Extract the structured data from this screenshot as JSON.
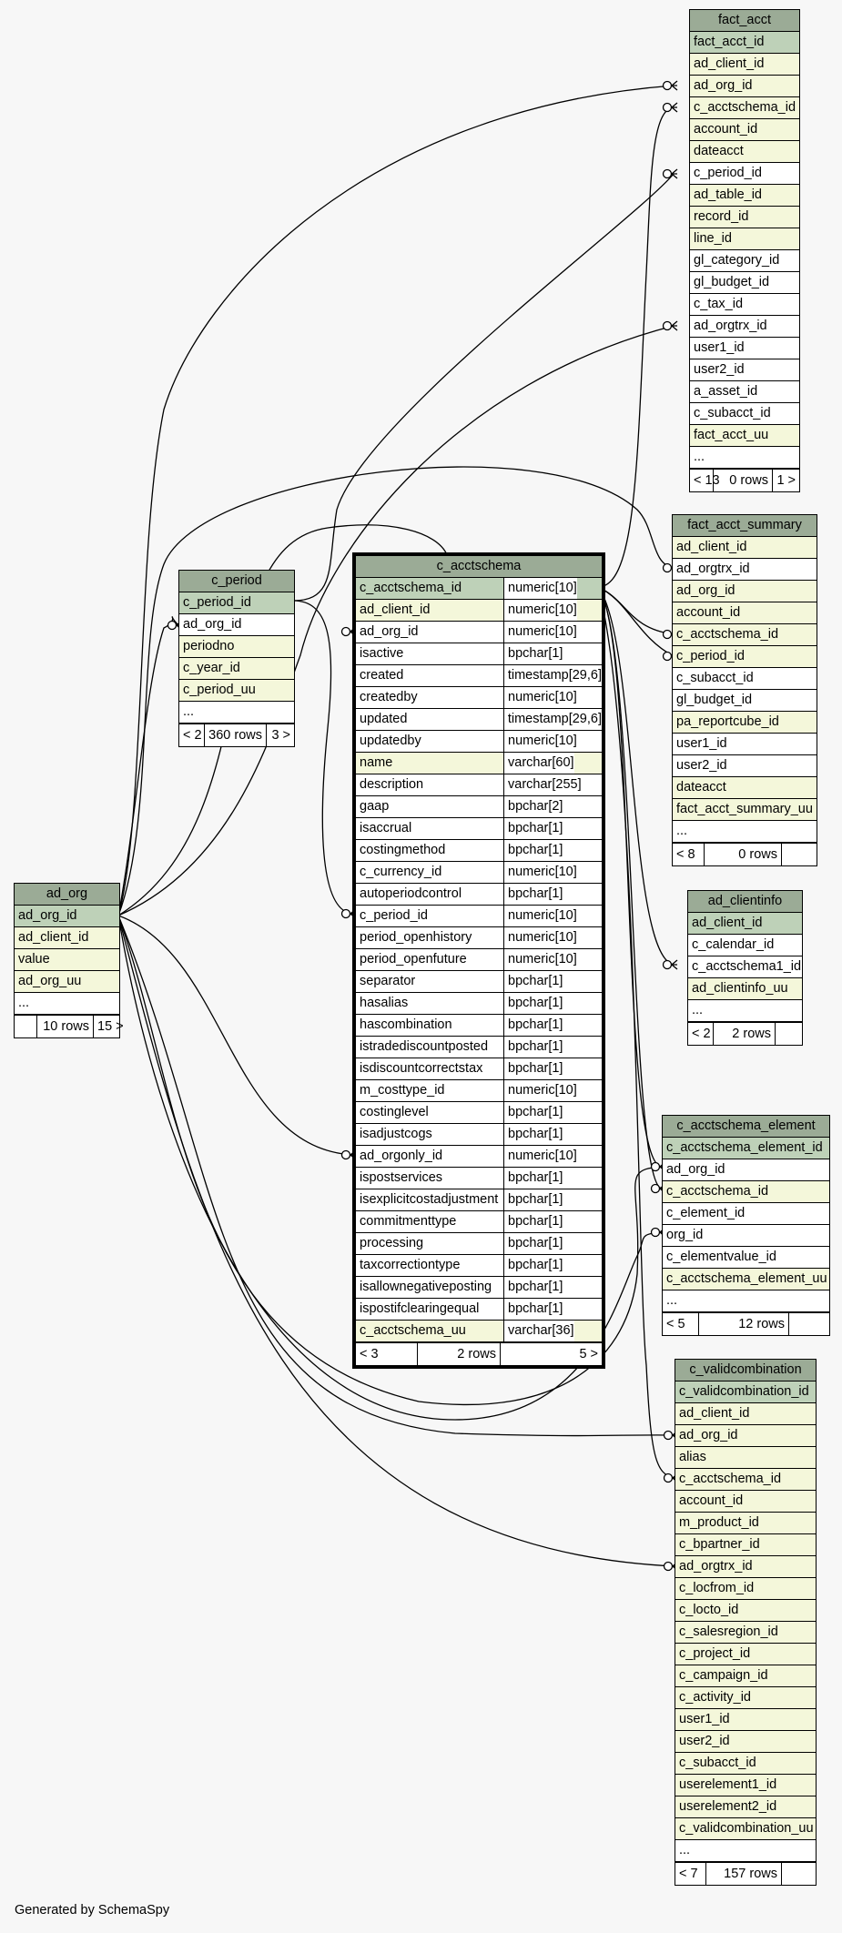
{
  "footer": "Generated by SchemaSpy",
  "tables": {
    "fact_acct": {
      "name": "fact_acct",
      "rows": [
        {
          "n": "fact_acct_id",
          "k": "pk"
        },
        {
          "n": "ad_client_id",
          "k": "idx"
        },
        {
          "n": "ad_org_id",
          "k": "idx"
        },
        {
          "n": "c_acctschema_id",
          "k": "idx"
        },
        {
          "n": "account_id",
          "k": "idx"
        },
        {
          "n": "dateacct",
          "k": "idx"
        },
        {
          "n": "c_period_id",
          "k": "plain"
        },
        {
          "n": "ad_table_id",
          "k": "idx"
        },
        {
          "n": "record_id",
          "k": "idx"
        },
        {
          "n": "line_id",
          "k": "idx"
        },
        {
          "n": "gl_category_id",
          "k": "plain"
        },
        {
          "n": "gl_budget_id",
          "k": "plain"
        },
        {
          "n": "c_tax_id",
          "k": "plain"
        },
        {
          "n": "ad_orgtrx_id",
          "k": "plain"
        },
        {
          "n": "user1_id",
          "k": "plain"
        },
        {
          "n": "user2_id",
          "k": "plain"
        },
        {
          "n": "a_asset_id",
          "k": "plain"
        },
        {
          "n": "c_subacct_id",
          "k": "plain"
        },
        {
          "n": "fact_acct_uu",
          "k": "idx"
        },
        {
          "n": "...",
          "k": "plain"
        }
      ],
      "footer": [
        "< 13",
        "0 rows",
        "1 >"
      ]
    },
    "fact_acct_summary": {
      "name": "fact_acct_summary",
      "rows": [
        {
          "n": "ad_client_id",
          "k": "idx"
        },
        {
          "n": "ad_orgtrx_id",
          "k": "plain"
        },
        {
          "n": "ad_org_id",
          "k": "idx"
        },
        {
          "n": "account_id",
          "k": "idx"
        },
        {
          "n": "c_acctschema_id",
          "k": "idx"
        },
        {
          "n": "c_period_id",
          "k": "idx"
        },
        {
          "n": "c_subacct_id",
          "k": "plain"
        },
        {
          "n": "gl_budget_id",
          "k": "plain"
        },
        {
          "n": "pa_reportcube_id",
          "k": "idx"
        },
        {
          "n": "user1_id",
          "k": "plain"
        },
        {
          "n": "user2_id",
          "k": "plain"
        },
        {
          "n": "dateacct",
          "k": "idx"
        },
        {
          "n": "fact_acct_summary_uu",
          "k": "idx"
        },
        {
          "n": "...",
          "k": "plain"
        }
      ],
      "footer": [
        "< 8",
        "0 rows",
        ""
      ]
    },
    "ad_clientinfo": {
      "name": "ad_clientinfo",
      "rows": [
        {
          "n": "ad_client_id",
          "k": "pk"
        },
        {
          "n": "c_calendar_id",
          "k": "plain"
        },
        {
          "n": "c_acctschema1_id",
          "k": "plain"
        },
        {
          "n": "ad_clientinfo_uu",
          "k": "idx"
        },
        {
          "n": "...",
          "k": "plain"
        }
      ],
      "footer": [
        "< 2",
        "2 rows",
        ""
      ]
    },
    "c_acctschema_element": {
      "name": "c_acctschema_element",
      "rows": [
        {
          "n": "c_acctschema_element_id",
          "k": "pk"
        },
        {
          "n": "ad_org_id",
          "k": "plain"
        },
        {
          "n": "c_acctschema_id",
          "k": "idx"
        },
        {
          "n": "c_element_id",
          "k": "plain"
        },
        {
          "n": "org_id",
          "k": "plain"
        },
        {
          "n": "c_elementvalue_id",
          "k": "plain"
        },
        {
          "n": "c_acctschema_element_uu",
          "k": "idx"
        },
        {
          "n": "...",
          "k": "plain"
        }
      ],
      "footer": [
        "< 5",
        "12 rows",
        ""
      ]
    },
    "c_validcombination": {
      "name": "c_validcombination",
      "rows": [
        {
          "n": "c_validcombination_id",
          "k": "pk"
        },
        {
          "n": "ad_client_id",
          "k": "idx"
        },
        {
          "n": "ad_org_id",
          "k": "idx"
        },
        {
          "n": "alias",
          "k": "idx"
        },
        {
          "n": "c_acctschema_id",
          "k": "idx"
        },
        {
          "n": "account_id",
          "k": "idx"
        },
        {
          "n": "m_product_id",
          "k": "idx"
        },
        {
          "n": "c_bpartner_id",
          "k": "idx"
        },
        {
          "n": "ad_orgtrx_id",
          "k": "idx"
        },
        {
          "n": "c_locfrom_id",
          "k": "idx"
        },
        {
          "n": "c_locto_id",
          "k": "idx"
        },
        {
          "n": "c_salesregion_id",
          "k": "idx"
        },
        {
          "n": "c_project_id",
          "k": "idx"
        },
        {
          "n": "c_campaign_id",
          "k": "idx"
        },
        {
          "n": "c_activity_id",
          "k": "idx"
        },
        {
          "n": "user1_id",
          "k": "idx"
        },
        {
          "n": "user2_id",
          "k": "idx"
        },
        {
          "n": "c_subacct_id",
          "k": "idx"
        },
        {
          "n": "userelement1_id",
          "k": "idx"
        },
        {
          "n": "userelement2_id",
          "k": "idx"
        },
        {
          "n": "c_validcombination_uu",
          "k": "idx"
        },
        {
          "n": "...",
          "k": "plain"
        }
      ],
      "footer": [
        "< 7",
        "157 rows",
        ""
      ]
    },
    "c_period": {
      "name": "c_period",
      "rows": [
        {
          "n": "c_period_id",
          "k": "pk"
        },
        {
          "n": "ad_org_id",
          "k": "plain"
        },
        {
          "n": "periodno",
          "k": "idx"
        },
        {
          "n": "c_year_id",
          "k": "idx"
        },
        {
          "n": "c_period_uu",
          "k": "idx"
        },
        {
          "n": "...",
          "k": "plain"
        }
      ],
      "footer": [
        "< 2",
        "360 rows",
        "3 >"
      ]
    },
    "ad_org": {
      "name": "ad_org",
      "rows": [
        {
          "n": "ad_org_id",
          "k": "pk"
        },
        {
          "n": "ad_client_id",
          "k": "idx"
        },
        {
          "n": "value",
          "k": "idx"
        },
        {
          "n": "ad_org_uu",
          "k": "idx"
        },
        {
          "n": "...",
          "k": "plain"
        }
      ],
      "footer": [
        "",
        "10 rows",
        "15 >"
      ]
    },
    "c_acctschema": {
      "name": "c_acctschema",
      "rows": [
        {
          "n": "c_acctschema_id",
          "t": "numeric[10]",
          "k": "pk"
        },
        {
          "n": "ad_client_id",
          "t": "numeric[10]",
          "k": "idx"
        },
        {
          "n": "ad_org_id",
          "t": "numeric[10]",
          "k": "plain"
        },
        {
          "n": "isactive",
          "t": "bpchar[1]",
          "k": "plain"
        },
        {
          "n": "created",
          "t": "timestamp[29,6]",
          "k": "plain"
        },
        {
          "n": "createdby",
          "t": "numeric[10]",
          "k": "plain"
        },
        {
          "n": "updated",
          "t": "timestamp[29,6]",
          "k": "plain"
        },
        {
          "n": "updatedby",
          "t": "numeric[10]",
          "k": "plain"
        },
        {
          "n": "name",
          "t": "varchar[60]",
          "k": "idx"
        },
        {
          "n": "description",
          "t": "varchar[255]",
          "k": "plain"
        },
        {
          "n": "gaap",
          "t": "bpchar[2]",
          "k": "plain"
        },
        {
          "n": "isaccrual",
          "t": "bpchar[1]",
          "k": "plain"
        },
        {
          "n": "costingmethod",
          "t": "bpchar[1]",
          "k": "plain"
        },
        {
          "n": "c_currency_id",
          "t": "numeric[10]",
          "k": "plain"
        },
        {
          "n": "autoperiodcontrol",
          "t": "bpchar[1]",
          "k": "plain"
        },
        {
          "n": "c_period_id",
          "t": "numeric[10]",
          "k": "plain"
        },
        {
          "n": "period_openhistory",
          "t": "numeric[10]",
          "k": "plain"
        },
        {
          "n": "period_openfuture",
          "t": "numeric[10]",
          "k": "plain"
        },
        {
          "n": "separator",
          "t": "bpchar[1]",
          "k": "plain"
        },
        {
          "n": "hasalias",
          "t": "bpchar[1]",
          "k": "plain"
        },
        {
          "n": "hascombination",
          "t": "bpchar[1]",
          "k": "plain"
        },
        {
          "n": "istradediscountposted",
          "t": "bpchar[1]",
          "k": "plain"
        },
        {
          "n": "isdiscountcorrectstax",
          "t": "bpchar[1]",
          "k": "plain"
        },
        {
          "n": "m_costtype_id",
          "t": "numeric[10]",
          "k": "plain"
        },
        {
          "n": "costinglevel",
          "t": "bpchar[1]",
          "k": "plain"
        },
        {
          "n": "isadjustcogs",
          "t": "bpchar[1]",
          "k": "plain"
        },
        {
          "n": "ad_orgonly_id",
          "t": "numeric[10]",
          "k": "plain"
        },
        {
          "n": "ispostservices",
          "t": "bpchar[1]",
          "k": "plain"
        },
        {
          "n": "isexplicitcostadjustment",
          "t": "bpchar[1]",
          "k": "plain"
        },
        {
          "n": "commitmenttype",
          "t": "bpchar[1]",
          "k": "plain"
        },
        {
          "n": "processing",
          "t": "bpchar[1]",
          "k": "plain"
        },
        {
          "n": "taxcorrectiontype",
          "t": "bpchar[1]",
          "k": "plain"
        },
        {
          "n": "isallownegativeposting",
          "t": "bpchar[1]",
          "k": "plain"
        },
        {
          "n": "ispostifclearingequal",
          "t": "bpchar[1]",
          "k": "plain"
        },
        {
          "n": "c_acctschema_uu",
          "t": "varchar[36]",
          "k": "idx"
        }
      ],
      "footer": [
        "< 3",
        "2 rows",
        "5 >"
      ]
    }
  }
}
